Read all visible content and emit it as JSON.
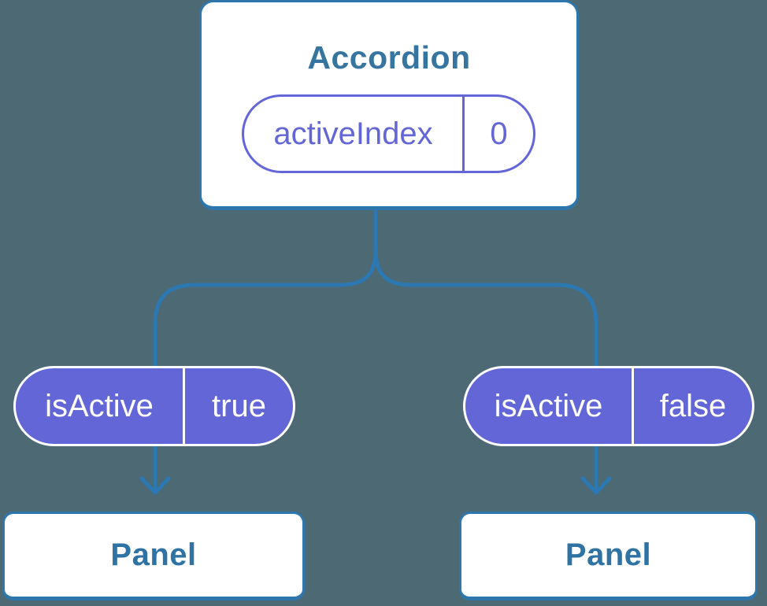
{
  "root": {
    "title": "Accordion",
    "state_name": "activeIndex",
    "state_value": "0"
  },
  "props": {
    "left": {
      "name": "isActive",
      "value": "true"
    },
    "right": {
      "name": "isActive",
      "value": "false"
    }
  },
  "panels": {
    "left": "Panel",
    "right": "Panel"
  },
  "colors": {
    "background": "#4d6974",
    "connector_line": "#2b78b2",
    "node_border": "#2e77ad",
    "node_fill": "#ffffff",
    "title_text": "#35759f",
    "panel_text": "#2e73a4",
    "accent_purple": "#6366d6",
    "prop_text": "#ffffff"
  }
}
